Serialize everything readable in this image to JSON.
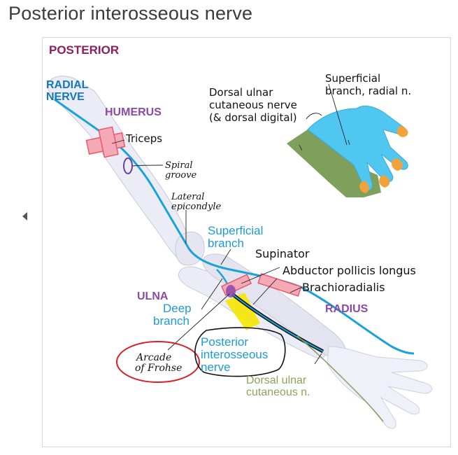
{
  "page": {
    "title": "Posterior interosseous nerve"
  },
  "figure": {
    "view_label": "POSTERIOR",
    "radial_nerve": [
      "RADIAL",
      "NERVE"
    ],
    "humerus": "HUMERUS",
    "ulna": "ULNA",
    "radius": "RADIUS",
    "triceps": "Triceps",
    "spiral_groove": [
      "Spiral",
      "groove"
    ],
    "lateral_epicondyle": [
      "Lateral",
      "epicondyle"
    ],
    "superficial_branch": [
      "Superficial",
      "branch"
    ],
    "supinator": "Supinator",
    "abductor_pollicis_longus": "Abductor pollicis longus",
    "brachioradialis": "Brachioradialis",
    "deep_branch": [
      "Deep",
      "branch"
    ],
    "posterior_interosseous_nerve": [
      "Posterior",
      "interosseous",
      "nerve"
    ],
    "arcade_of_frohse": [
      "Arcade",
      "of Frohse"
    ],
    "dorsal_ulnar_cutaneous": [
      "Dorsal ulnar",
      "cutaneous n."
    ],
    "hand_inset_left": [
      "Dorsal ulnar",
      "cutaneous nerve",
      "(& dorsal digital)"
    ],
    "hand_inset_right": [
      "Superficial",
      "branch, radial n."
    ]
  },
  "colors": {
    "nerve_blue": "#1ba3d6",
    "label_blue": "#1e9ad3",
    "radial_label": "#1478b8",
    "purple": "#8b4aa8",
    "magenta": "#8c1f5e",
    "muscle_red": "#e85a6e",
    "muscle_fill": "#f5a8b6",
    "yellow": "#f5e600",
    "green": "#7ea05a",
    "green_text": "#8aa65a",
    "bone": "#ececf6",
    "orange": "#f3a23a",
    "circle_red": "#d8202a"
  }
}
